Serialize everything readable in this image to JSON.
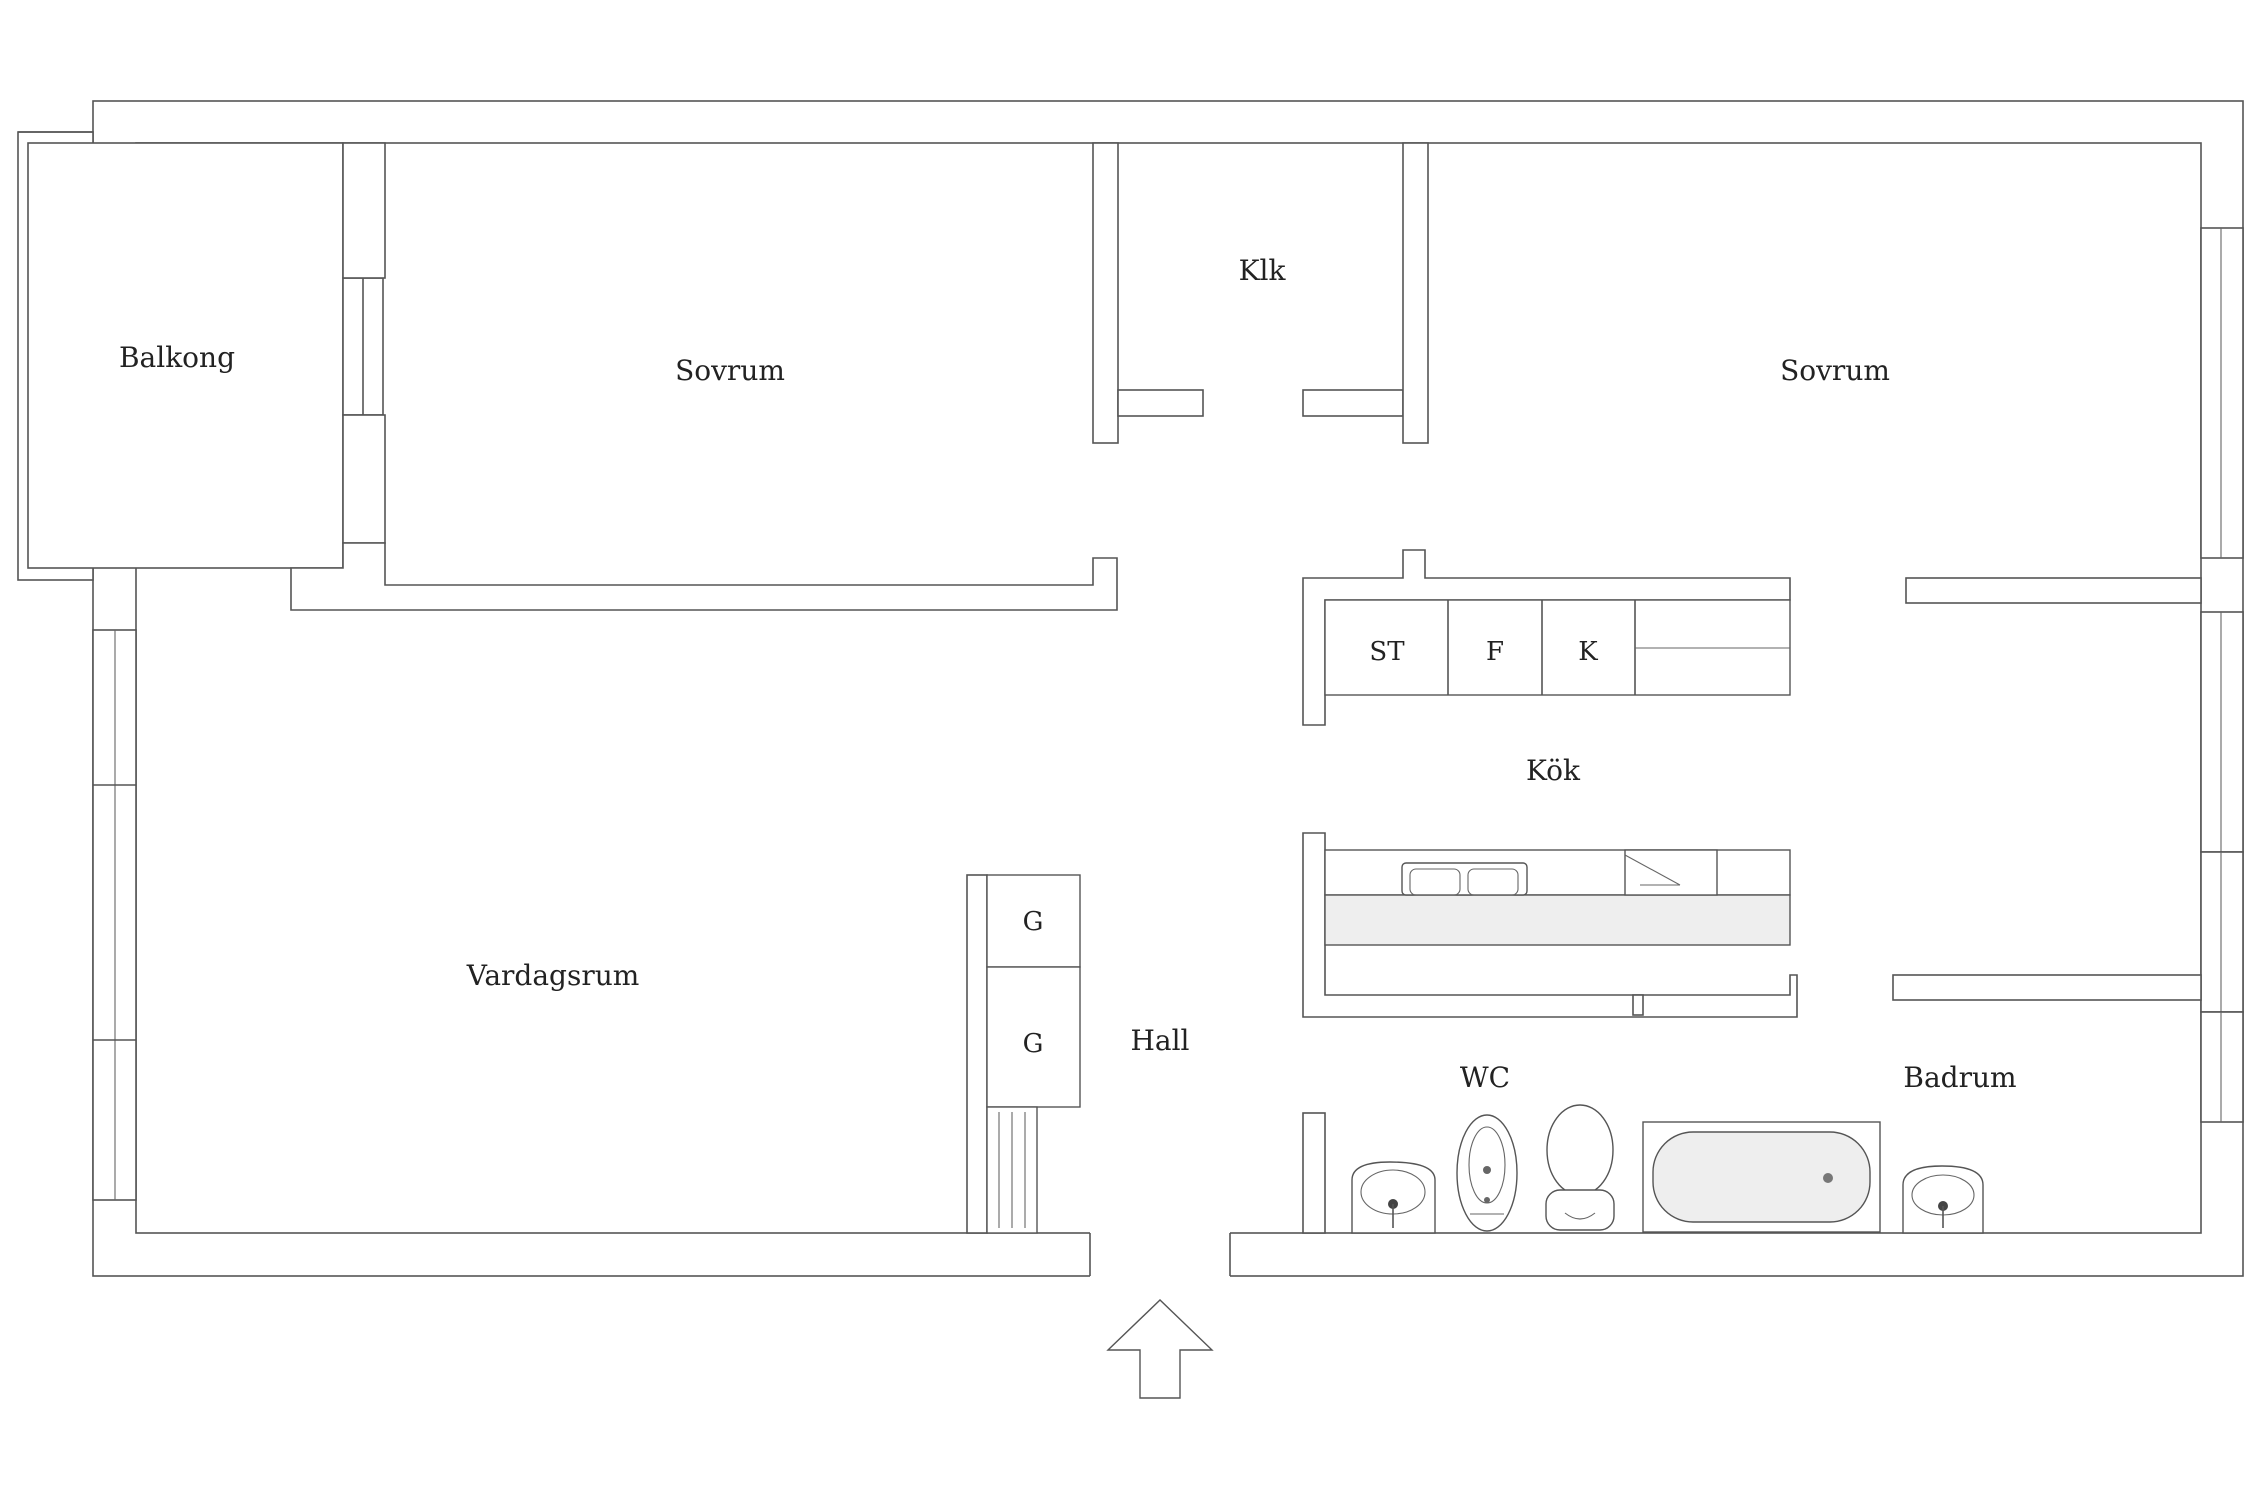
{
  "rooms": {
    "balkong": "Balkong",
    "sovrum_left": "Sovrum",
    "klk": "Klk",
    "sovrum_right": "Sovrum",
    "vardagsrum": "Vardagsrum",
    "hall": "Hall",
    "kok": "Kök",
    "wc": "WC",
    "badrum": "Badrum"
  },
  "appliances": {
    "stove": "ST",
    "fridge": "F",
    "freezer": "K",
    "wardrobe_1": "G",
    "wardrobe_2": "G"
  },
  "icons": {
    "entrance": "entrance-arrow-icon"
  },
  "colors": {
    "wall": "#555555",
    "background": "#ffffff",
    "text": "#222222"
  }
}
